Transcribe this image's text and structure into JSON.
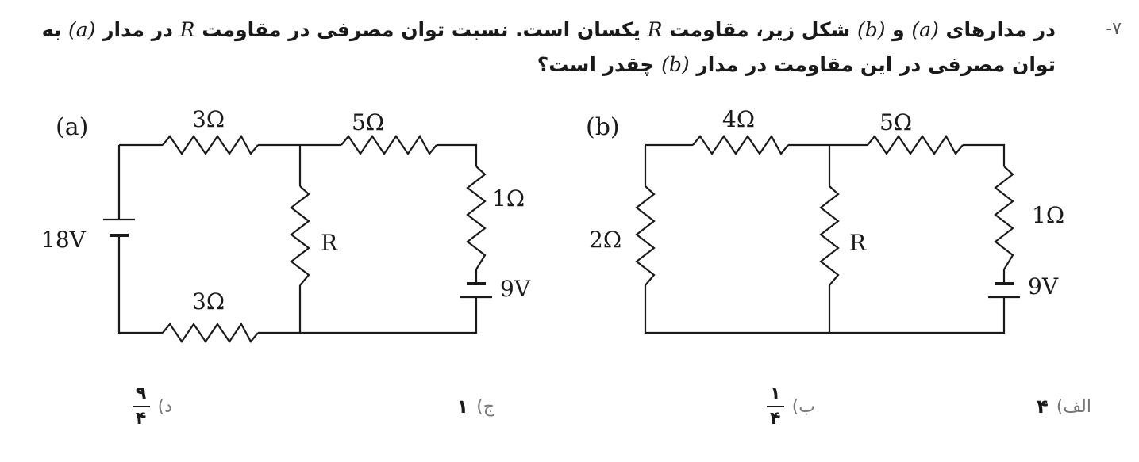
{
  "question": {
    "number": "-۷",
    "seg1": "در مدارهای ",
    "var_a": "(a)",
    "seg2": " و ",
    "var_b": "(b)",
    "seg3": " شکل زیر، مقاومت ",
    "var_R": "R",
    "seg4": " یکسان است. نسبت توان مصرفی در مقاومت ",
    "var_R2": "R",
    "seg5": " در مدار ",
    "var_a2": "(a)",
    "seg6": " به توان مصرفی در این مقاومت در مدار ",
    "var_b2": "(b)",
    "seg7": " چقدر است؟"
  },
  "circuit_a": {
    "tag": "(a)",
    "r_top_left": "3Ω",
    "r_top_right": "5Ω",
    "r_bottom": "3Ω",
    "r_right": "1Ω",
    "r_middle": "R",
    "battery_left": "18V",
    "battery_right": "9V"
  },
  "circuit_b": {
    "tag": "(b)",
    "r_top_left": "4Ω",
    "r_top_right": "5Ω",
    "r_left": "2Ω",
    "r_right": "1Ω",
    "r_middle": "R",
    "battery_right": "9V"
  },
  "options": {
    "alef": {
      "label": "الف)",
      "value": "۴"
    },
    "be": {
      "label": "ب)",
      "num": "۱",
      "den": "۴"
    },
    "jim": {
      "label": "ج)",
      "value": "۱"
    },
    "dal": {
      "label": "د)",
      "num": "۹",
      "den": "۴"
    }
  }
}
